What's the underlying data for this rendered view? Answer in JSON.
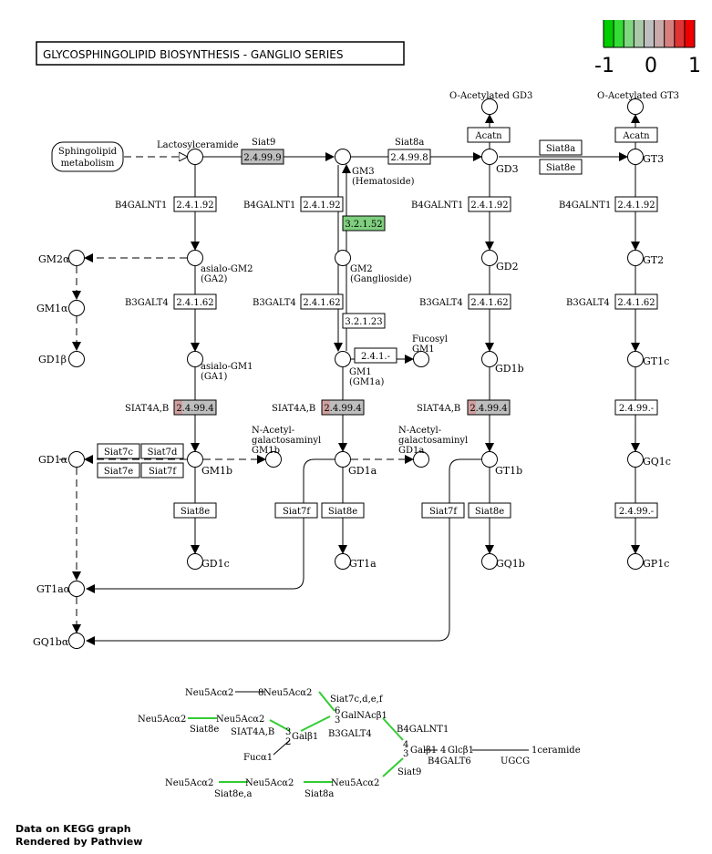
{
  "title": "GLYCOSPHINGOLIPID  BIOSYNTHESIS  -  GANGLIO SERIES",
  "legend": {
    "colors": [
      "#00cc00",
      "#33dd33",
      "#7fd77f",
      "#a9c9a9",
      "#bebebe",
      "#c9a9a9",
      "#d77f7f",
      "#e03333",
      "#ee0000"
    ],
    "labels": [
      "-1",
      "0",
      "1"
    ]
  },
  "footer": {
    "line1": "Data on KEGG graph",
    "line2": "Rendered by Pathview"
  },
  "colors": {
    "gray": "#bebebe",
    "green_box": "#7fcf7f",
    "red_gray": "#cfa0a0",
    "white": "#ffffff"
  },
  "compounds": {
    "sphingolipid": [
      "Sphingolipid",
      "metabolism"
    ],
    "lactosylceramide": "Lactosylceramide",
    "gm3": [
      "GM3",
      "(Hematoside)"
    ],
    "gd3": "GD3",
    "gt3": "GT3",
    "o_ac_gd3": "O-Acetylated GD3",
    "o_ac_gt3": "O-Acetylated GT3",
    "asialo_gm2": [
      "asialo-GM2",
      "(GA2)"
    ],
    "gm2": [
      "GM2",
      "(Ganglioside)"
    ],
    "gd2": "GD2",
    "gt2": "GT2",
    "gm2a": "GM2α",
    "gm1a_alpha": "GM1α",
    "gd1b_beta": "GD1β",
    "asialo_gm1": [
      "asialo-GM1",
      "(GA1)"
    ],
    "fucosyl_gm1": [
      "Fucosyl",
      "GM1"
    ],
    "gm1": [
      "GM1",
      "(GM1a)"
    ],
    "gd1b": "GD1b",
    "gt1c": "GT1c",
    "gd1a_alpha": "GD1α",
    "nac_gm1b": [
      "N-Acetyl-",
      "galactosaminyl",
      "GM1b"
    ],
    "gm1b": "GM1b",
    "nac_gd1a": [
      "N-Acetyl-",
      "galactosaminyl",
      "GD1a"
    ],
    "gd1a": "GD1a",
    "gt1b": "GT1b",
    "gq1c": "GQ1c",
    "gd1c": "GD1c",
    "gt1a": "GT1a",
    "gq1b": "GQ1b",
    "gp1c": "GP1c",
    "gt1a_alpha": "GT1aα",
    "gq1b_alpha": "GQ1bα"
  },
  "enzymes": {
    "siat9_label": "Siat9",
    "e_2_4_99_9": "2.4.99.9",
    "siat8a_label": "Siat8a",
    "e_2_4_99_8": "2.4.99.8",
    "acatn1": "Acatn",
    "acatn2": "Acatn",
    "siat8a_box": "Siat8a",
    "siat8e_box": "Siat8e",
    "b4galnt1_a": "B4GALNT1",
    "b4galnt1_b": "B4GALNT1",
    "b4galnt1_c": "B4GALNT1",
    "b4galnt1_d": "B4GALNT1",
    "e_2_4_1_92": "2.4.1.92",
    "e_3_2_1_52": "3.2.1.52",
    "e_3_2_1_23": "3.2.1.23",
    "b3galt4_a": "B3GALT4",
    "b3galt4_b": "B3GALT4",
    "b3galt4_c": "B3GALT4",
    "b3galt4_d": "B3GALT4",
    "e_2_4_1_62": "2.4.1.62",
    "e_2_4_1_dash": "2.4.1.-",
    "siat4ab_a": "SIAT4A,B",
    "siat4ab_b": "SIAT4A,B",
    "siat4ab_c": "SIAT4A,B",
    "e_2_4_99_4": "2.4.99.4",
    "e_2_4_99_dash": "2.4.99.-",
    "siat7c": "Siat7c",
    "siat7d": "Siat7d",
    "siat7e": "Siat7e",
    "siat7f": "Siat7f",
    "siat8e": "Siat8e"
  },
  "glycan": {
    "neu5ac_a2": "Neu5Acα2",
    "link_8": "8",
    "neu5ac_a2b": "Neu5Acα2",
    "siat7cdef": "Siat7c,d,e,f",
    "siat4ab": "SIAT4A,B",
    "siat8e": "Siat8e",
    "b3galt4": "B3GALT4",
    "b4galnt1": "B4GALNT1",
    "b4galt6": "B4GALT6",
    "ugcg": "UGCG",
    "siat9": "Siat9",
    "siat8ea": "Siat8e,a",
    "siat8a": "Siat8a",
    "fuc": "Fucα1",
    "gal_b1": "Galβ1",
    "galnac_b1": "GalNAcβ1",
    "glc_b1": "Glcβ1",
    "ceramide": "1ceramide",
    "n6": "6",
    "n3": "3",
    "n2": "2",
    "n4": "4"
  }
}
